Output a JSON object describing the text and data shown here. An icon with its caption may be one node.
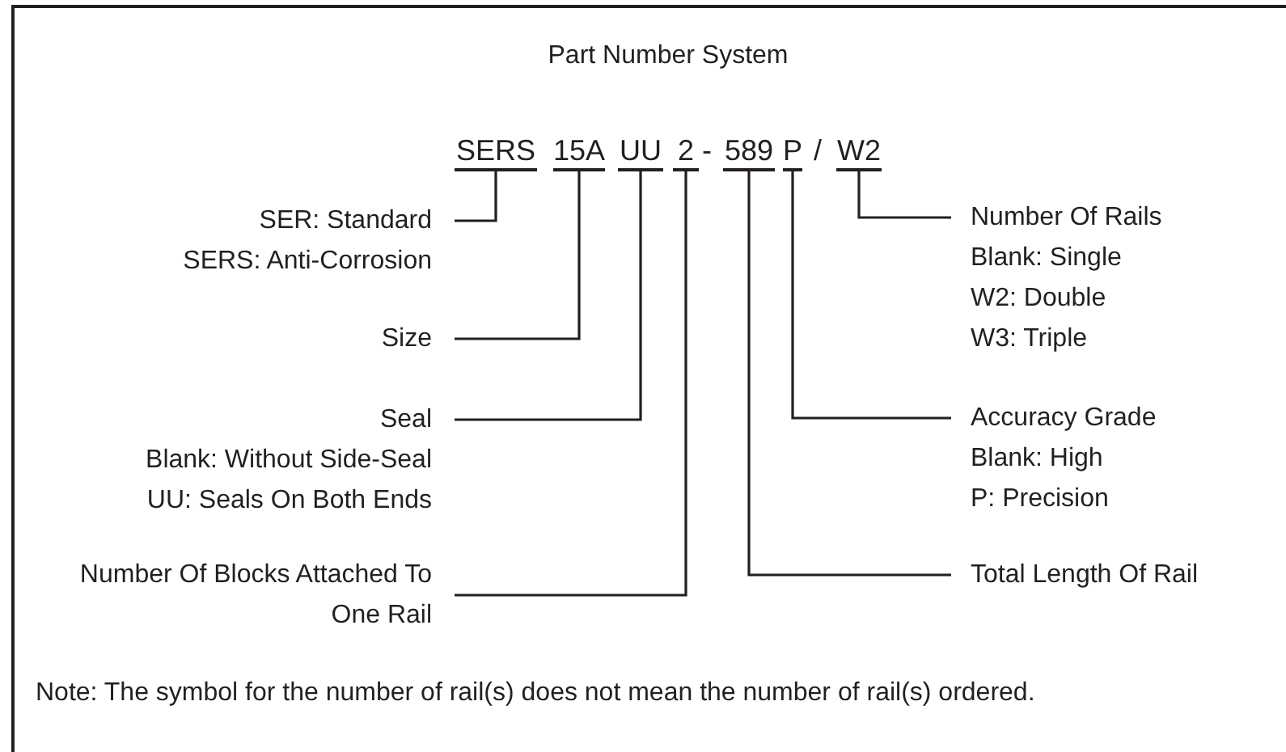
{
  "diagram": {
    "title": "Part Number System",
    "nodes": [
      {
        "text": [
          "SERS"
        ]
      },
      {
        "text": [
          "15A"
        ]
      },
      {
        "text": [
          "UU"
        ]
      },
      {
        "text": [
          "2"
        ]
      },
      {
        "text": [
          "589"
        ]
      },
      {
        "text": [
          "P"
        ]
      },
      {
        "text": [
          "W2"
        ]
      },
      {
        "text": [
          "SER: Standard",
          "SERS: Anti-Corrosion"
        ]
      },
      {
        "text": [
          "Size"
        ]
      },
      {
        "text": [
          "Seal",
          "Blank: Without Side-Seal",
          "UU: Seals On Both Ends"
        ]
      },
      {
        "text": [
          "Number Of Blocks Attached To One Rail"
        ]
      },
      {
        "text": [
          "Number Of Rails",
          "Blank: Single",
          "W2: Double",
          "W3: Triple"
        ]
      },
      {
        "text": [
          "Accuracy Grade",
          "Blank: High",
          "P: Precision"
        ]
      },
      {
        "text": [
          "Total Length Of Rail"
        ]
      }
    ],
    "edges": [
      {
        "from": 7,
        "to": 0,
        "arrow": "none"
      },
      {
        "from": 8,
        "to": 1,
        "arrow": "none"
      },
      {
        "from": 9,
        "to": 2,
        "arrow": "none"
      },
      {
        "from": 10,
        "to": 3,
        "arrow": "none"
      },
      {
        "from": 11,
        "to": 6,
        "arrow": "none"
      },
      {
        "from": 12,
        "to": 5,
        "arrow": "none"
      },
      {
        "from": 13,
        "to": 4,
        "arrow": "none"
      }
    ],
    "labels": [
      "-",
      "/"
    ],
    "caption": "Note: The symbol for the number of rail(s) does not mean the number of rail(s) ordered."
  }
}
